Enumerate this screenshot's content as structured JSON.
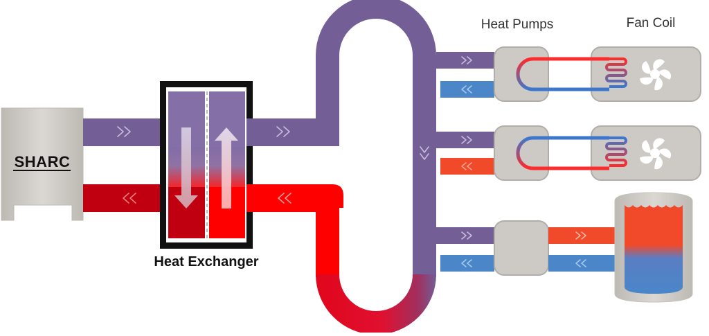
{
  "labels": {
    "sharc": "SHARC",
    "heat_exchanger": "Heat Exchanger",
    "heat_pumps": "Heat Pumps",
    "fan_coil": "Fan Coil"
  },
  "colors": {
    "loop_purple": "#735e96",
    "hot_red": "#ff0000",
    "dark_red": "#c00010",
    "cold_blue": "#4a86c8",
    "warm_orange": "#f04a2a",
    "unit_gray": "#c9c5c0",
    "unit_border": "#a8a49f"
  },
  "icons": {
    "flow_forward": "double-chevron-right",
    "flow_back": "double-chevron-left",
    "flow_down": "double-chevron-down",
    "fan": "fan-icon",
    "coil": "coil-icon"
  }
}
